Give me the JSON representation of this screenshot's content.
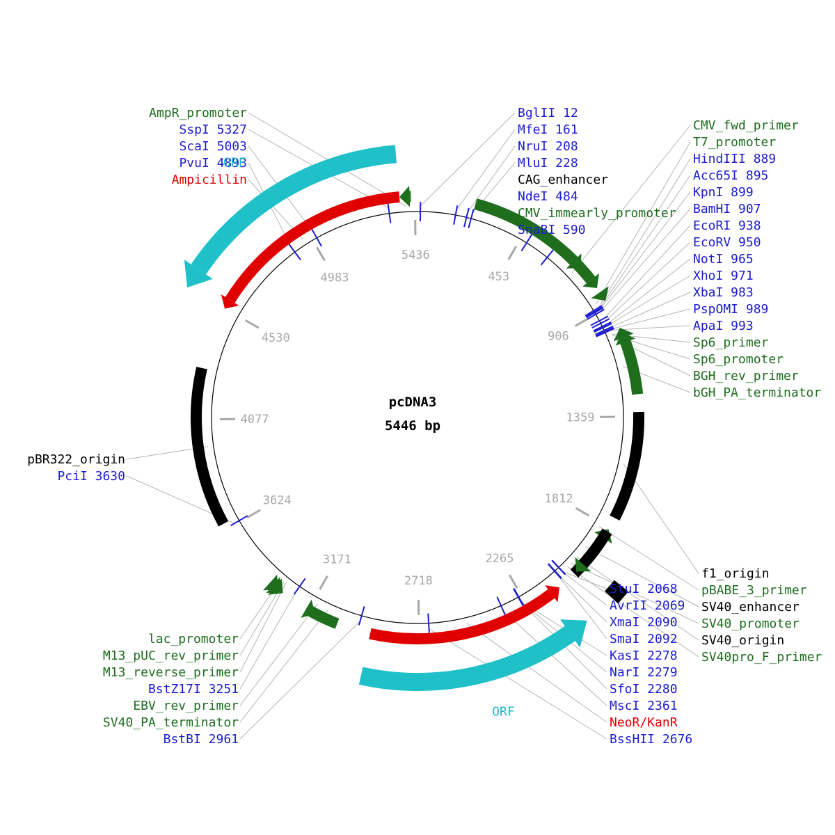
{
  "plasmid": {
    "name": "pcDNA3",
    "size_label": "5446 bp",
    "length": 5446
  },
  "colors": {
    "site": "#1c1cd0",
    "feature_green": "#1e6e1e",
    "resistance_red": "#e00000",
    "misc_black": "#000000",
    "orf_cyan": "#1fc0c8",
    "position_grey": "#a8a8a8",
    "leader_grey": "#b4b4b4"
  },
  "position_labels": [
    "5436",
    "453",
    "906",
    "1359",
    "1812",
    "2265",
    "2718",
    "3171",
    "3624",
    "4077",
    "4530",
    "4983"
  ],
  "features": [
    {
      "name": "CAG_enhancer",
      "start": 230,
      "end": 590,
      "kind": "black",
      "dir": 0,
      "track": 1
    },
    {
      "name": "CMV_immearly_promoter",
      "start": 230,
      "end": 820,
      "kind": "green",
      "dir": 1,
      "track": 0
    },
    {
      "name": "CMV_fwd_primer",
      "start": 700,
      "end": 720,
      "kind": "green",
      "dir": 1,
      "track": 0
    },
    {
      "name": "T7_promoter",
      "start": 860,
      "end": 880,
      "kind": "green",
      "dir": 1,
      "track": 0
    },
    {
      "name": "Sp6_primer",
      "start": 1000,
      "end": 1025,
      "kind": "green",
      "dir": -1,
      "track": 0
    },
    {
      "name": "Sp6_promoter",
      "start": 1000,
      "end": 1020,
      "kind": "green",
      "dir": -1,
      "track": 0
    },
    {
      "name": "BGH_rev_primer",
      "start": 1020,
      "end": 1040,
      "kind": "green",
      "dir": -1,
      "track": 0
    },
    {
      "name": "bGH_PA_terminator",
      "start": 1045,
      "end": 1270,
      "kind": "green",
      "dir": 0,
      "track": 0
    },
    {
      "name": "f1_origin",
      "start": 1340,
      "end": 1770,
      "kind": "black",
      "dir": 0,
      "track": 0
    },
    {
      "name": "pBABE_3_primer",
      "start": 1820,
      "end": 2040,
      "kind": "green",
      "dir": -1,
      "track": 1
    },
    {
      "name": "SV40_enhancer",
      "start": 1830,
      "end": 2040,
      "kind": "black",
      "dir": 0,
      "track": 0
    },
    {
      "name": "SV40_promoter",
      "start": 2010,
      "end": 2030,
      "kind": "green",
      "dir": 1,
      "track": 0
    },
    {
      "name": "SV40_origin",
      "start": 1960,
      "end": 2010,
      "kind": "black",
      "dir": 0,
      "track": 3
    },
    {
      "name": "NeoR/KanR",
      "start": 2120,
      "end": 2910,
      "kind": "red",
      "dir": -1,
      "track": 1
    },
    {
      "name": "ORF",
      "start": 2120,
      "end": 2910,
      "kind": "cyan",
      "dir": -1,
      "track": 3
    },
    {
      "name": "SV40_PA_terminator",
      "start": 3045,
      "end": 3165,
      "kind": "green",
      "dir": 0,
      "track": 0
    },
    {
      "name": "EBV_rev_primer",
      "start": 3140,
      "end": 3165,
      "kind": "green",
      "dir": -1,
      "track": 0
    },
    {
      "name": "M13_reverse_primer",
      "start": 3290,
      "end": 3320,
      "kind": "green",
      "dir": -1,
      "track": 0
    },
    {
      "name": "M13_pUC_rev_primer",
      "start": 3300,
      "end": 3330,
      "kind": "green",
      "dir": -1,
      "track": 0
    },
    {
      "name": "lac_promoter",
      "start": 3315,
      "end": 3345,
      "kind": "green",
      "dir": -1,
      "track": 0
    },
    {
      "name": "pBR322_origin",
      "start": 3650,
      "end": 4280,
      "kind": "black",
      "dir": 0,
      "track": 0
    },
    {
      "name": "Ampicillin",
      "start": 4530,
      "end": 5375,
      "kind": "red",
      "dir": -1,
      "track": 1
    },
    {
      "name": "ORF",
      "start": 4530,
      "end": 5375,
      "kind": "cyan",
      "dir": -1,
      "track": 3
    },
    {
      "name": "AmpR_promoter",
      "start": 5375,
      "end": 5420,
      "kind": "green",
      "dir": -1,
      "track": 0
    }
  ],
  "sites": [
    {
      "name": "BglII",
      "pos": 12,
      "ext": 0
    },
    {
      "name": "MfeI",
      "pos": 161,
      "ext": 0
    },
    {
      "name": "NruI",
      "pos": 208,
      "ext": 0
    },
    {
      "name": "MluI",
      "pos": 228,
      "ext": 0
    },
    {
      "name": "NdeI",
      "pos": 484,
      "ext": 2
    },
    {
      "name": "SnaBI",
      "pos": 590,
      "ext": 2
    },
    {
      "name": "HindIII",
      "pos": 889,
      "ext": 1
    },
    {
      "name": "Acc65I",
      "pos": 895,
      "ext": 1
    },
    {
      "name": "KpnI",
      "pos": 899,
      "ext": 1
    },
    {
      "name": "BamHI",
      "pos": 907,
      "ext": 1
    },
    {
      "name": "EcoRI",
      "pos": 938,
      "ext": 1
    },
    {
      "name": "EcoRV",
      "pos": 950,
      "ext": 1
    },
    {
      "name": "NotI",
      "pos": 965,
      "ext": 1
    },
    {
      "name": "XhoI",
      "pos": 971,
      "ext": 1
    },
    {
      "name": "XbaI",
      "pos": 983,
      "ext": 1
    },
    {
      "name": "PspOMI",
      "pos": 989,
      "ext": 1
    },
    {
      "name": "ApaI",
      "pos": 993,
      "ext": 1
    },
    {
      "name": "StuI",
      "pos": 2068,
      "ext": 0
    },
    {
      "name": "AvrII",
      "pos": 2069,
      "ext": 0
    },
    {
      "name": "XmaI",
      "pos": 2090,
      "ext": 0
    },
    {
      "name": "SmaI",
      "pos": 2092,
      "ext": 0
    },
    {
      "name": "KasI",
      "pos": 2278,
      "ext": 2
    },
    {
      "name": "NarI",
      "pos": 2279,
      "ext": 2
    },
    {
      "name": "SfoI",
      "pos": 2280,
      "ext": 2
    },
    {
      "name": "MscI",
      "pos": 2361,
      "ext": 2
    },
    {
      "name": "BssHII",
      "pos": 2676,
      "ext": 2
    },
    {
      "name": "BstBI",
      "pos": 2961,
      "ext": 0
    },
    {
      "name": "BstZ17I",
      "pos": 3251,
      "ext": 0
    },
    {
      "name": "PciI",
      "pos": 3630,
      "ext": 0
    },
    {
      "name": "PvuI",
      "pos": 4893,
      "ext": 2
    },
    {
      "name": "ScaI",
      "pos": 5003,
      "ext": 2
    },
    {
      "name": "SspI",
      "pos": 5327,
      "ext": 0
    }
  ],
  "label_columns": [
    {
      "id": "top-left",
      "x": 0,
      "anchor": "end",
      "items": [
        {
          "text": "AmpR_promoter",
          "color": "green",
          "pos": 5400
        },
        {
          "text": "SspI 5327",
          "color": "blue",
          "pos": 5327
        },
        {
          "text": "ScaI 5003",
          "color": "blue",
          "pos": 5003
        },
        {
          "text": "PvuI 4893",
          "color": "blue",
          "pos": 4893
        },
        {
          "text": "Ampicillin",
          "color": "red",
          "pos": 4950
        }
      ]
    },
    {
      "id": "top-middle",
      "anchor": "start",
      "items": [
        {
          "text": "BglII 12",
          "color": "blue",
          "pos": 12
        },
        {
          "text": "MfeI 161",
          "color": "blue",
          "pos": 161
        },
        {
          "text": "NruI 208",
          "color": "blue",
          "pos": 208
        },
        {
          "text": "MluI 228",
          "color": "blue",
          "pos": 228
        },
        {
          "text": "CAG_enhancer",
          "color": "black",
          "pos": 0
        },
        {
          "text": "NdeI 484",
          "color": "blue",
          "pos": 0
        },
        {
          "text": "CMV_immearly_promoter",
          "color": "green",
          "pos": 0
        },
        {
          "text": "SnaBI 590",
          "color": "blue",
          "pos": 0
        }
      ]
    },
    {
      "id": "right",
      "anchor": "start",
      "items": [
        {
          "text": "CMV_fwd_primer",
          "color": "green",
          "pos": 710
        },
        {
          "text": "T7_promoter",
          "color": "green",
          "pos": 870
        },
        {
          "text": "HindIII 889",
          "color": "blue",
          "pos": 889
        },
        {
          "text": "Acc65I 895",
          "color": "blue",
          "pos": 895
        },
        {
          "text": "KpnI 899",
          "color": "blue",
          "pos": 899
        },
        {
          "text": "BamHI 907",
          "color": "blue",
          "pos": 907
        },
        {
          "text": "EcoRI 938",
          "color": "blue",
          "pos": 938
        },
        {
          "text": "EcoRV 950",
          "color": "blue",
          "pos": 950
        },
        {
          "text": "NotI 965",
          "color": "blue",
          "pos": 965
        },
        {
          "text": "XhoI 971",
          "color": "blue",
          "pos": 971
        },
        {
          "text": "XbaI 983",
          "color": "blue",
          "pos": 983
        },
        {
          "text": "PspOMI 989",
          "color": "blue",
          "pos": 989
        },
        {
          "text": "ApaI 993",
          "color": "blue",
          "pos": 993
        },
        {
          "text": "Sp6_primer",
          "color": "green",
          "pos": 1010
        },
        {
          "text": "Sp6_promoter",
          "color": "green",
          "pos": 1015
        },
        {
          "text": "BGH_rev_primer",
          "color": "green",
          "pos": 1030
        },
        {
          "text": "bGH_PA_terminator",
          "color": "green",
          "pos": 1150
        }
      ]
    },
    {
      "id": "bottom-right-features",
      "anchor": "start",
      "items": [
        {
          "text": "f1_origin",
          "color": "black",
          "pos": 1555
        },
        {
          "text": "pBABE_3_primer",
          "color": "green",
          "pos": 1830
        },
        {
          "text": "SV40_enhancer",
          "color": "black",
          "pos": 1930
        },
        {
          "text": "SV40_promoter",
          "color": "green",
          "pos": 2020
        },
        {
          "text": "SV40_origin",
          "color": "black",
          "pos": 1985
        },
        {
          "text": "SV40pro_F_primer",
          "color": "green",
          "pos": 2040
        }
      ]
    },
    {
      "id": "bottom-right-sites",
      "anchor": "start",
      "items": [
        {
          "text": "StuI 2068",
          "color": "blue",
          "pos": 2068
        },
        {
          "text": "AvrII 2069",
          "color": "blue",
          "pos": 2069
        },
        {
          "text": "XmaI 2090",
          "color": "blue",
          "pos": 2090
        },
        {
          "text": "SmaI 2092",
          "color": "blue",
          "pos": 2092
        },
        {
          "text": "KasI 2278",
          "color": "blue",
          "pos": 2278
        },
        {
          "text": "NarI 2279",
          "color": "blue",
          "pos": 2279
        },
        {
          "text": "SfoI 2280",
          "color": "blue",
          "pos": 2280
        },
        {
          "text": "MscI 2361",
          "color": "blue",
          "pos": 2361
        },
        {
          "text": "NeoR/KanR",
          "color": "red",
          "pos": 2520
        },
        {
          "text": "BssHII 2676",
          "color": "blue",
          "pos": 2676
        }
      ]
    },
    {
      "id": "bottom-left",
      "anchor": "end",
      "items": [
        {
          "text": "lac_promoter",
          "color": "green",
          "pos": 3330
        },
        {
          "text": "M13_pUC_rev_primer",
          "color": "green",
          "pos": 3315
        },
        {
          "text": "M13_reverse_primer",
          "color": "green",
          "pos": 3305
        },
        {
          "text": "BstZ17I 3251",
          "color": "blue",
          "pos": 3251
        },
        {
          "text": "EBV_rev_primer",
          "color": "green",
          "pos": 3150
        },
        {
          "text": "SV40_PA_terminator",
          "color": "green",
          "pos": 3100
        },
        {
          "text": "BstBI 2961",
          "color": "blue",
          "pos": 2961
        }
      ]
    },
    {
      "id": "left",
      "anchor": "end",
      "items": [
        {
          "text": "pBR322_origin",
          "color": "black",
          "pos": 3965
        },
        {
          "text": "PciI 3630",
          "color": "blue",
          "pos": 3630
        }
      ]
    }
  ],
  "orf_labels": [
    {
      "text": "ORF",
      "pos": 4900
    },
    {
      "text": "ORF",
      "pos": 2480
    }
  ]
}
